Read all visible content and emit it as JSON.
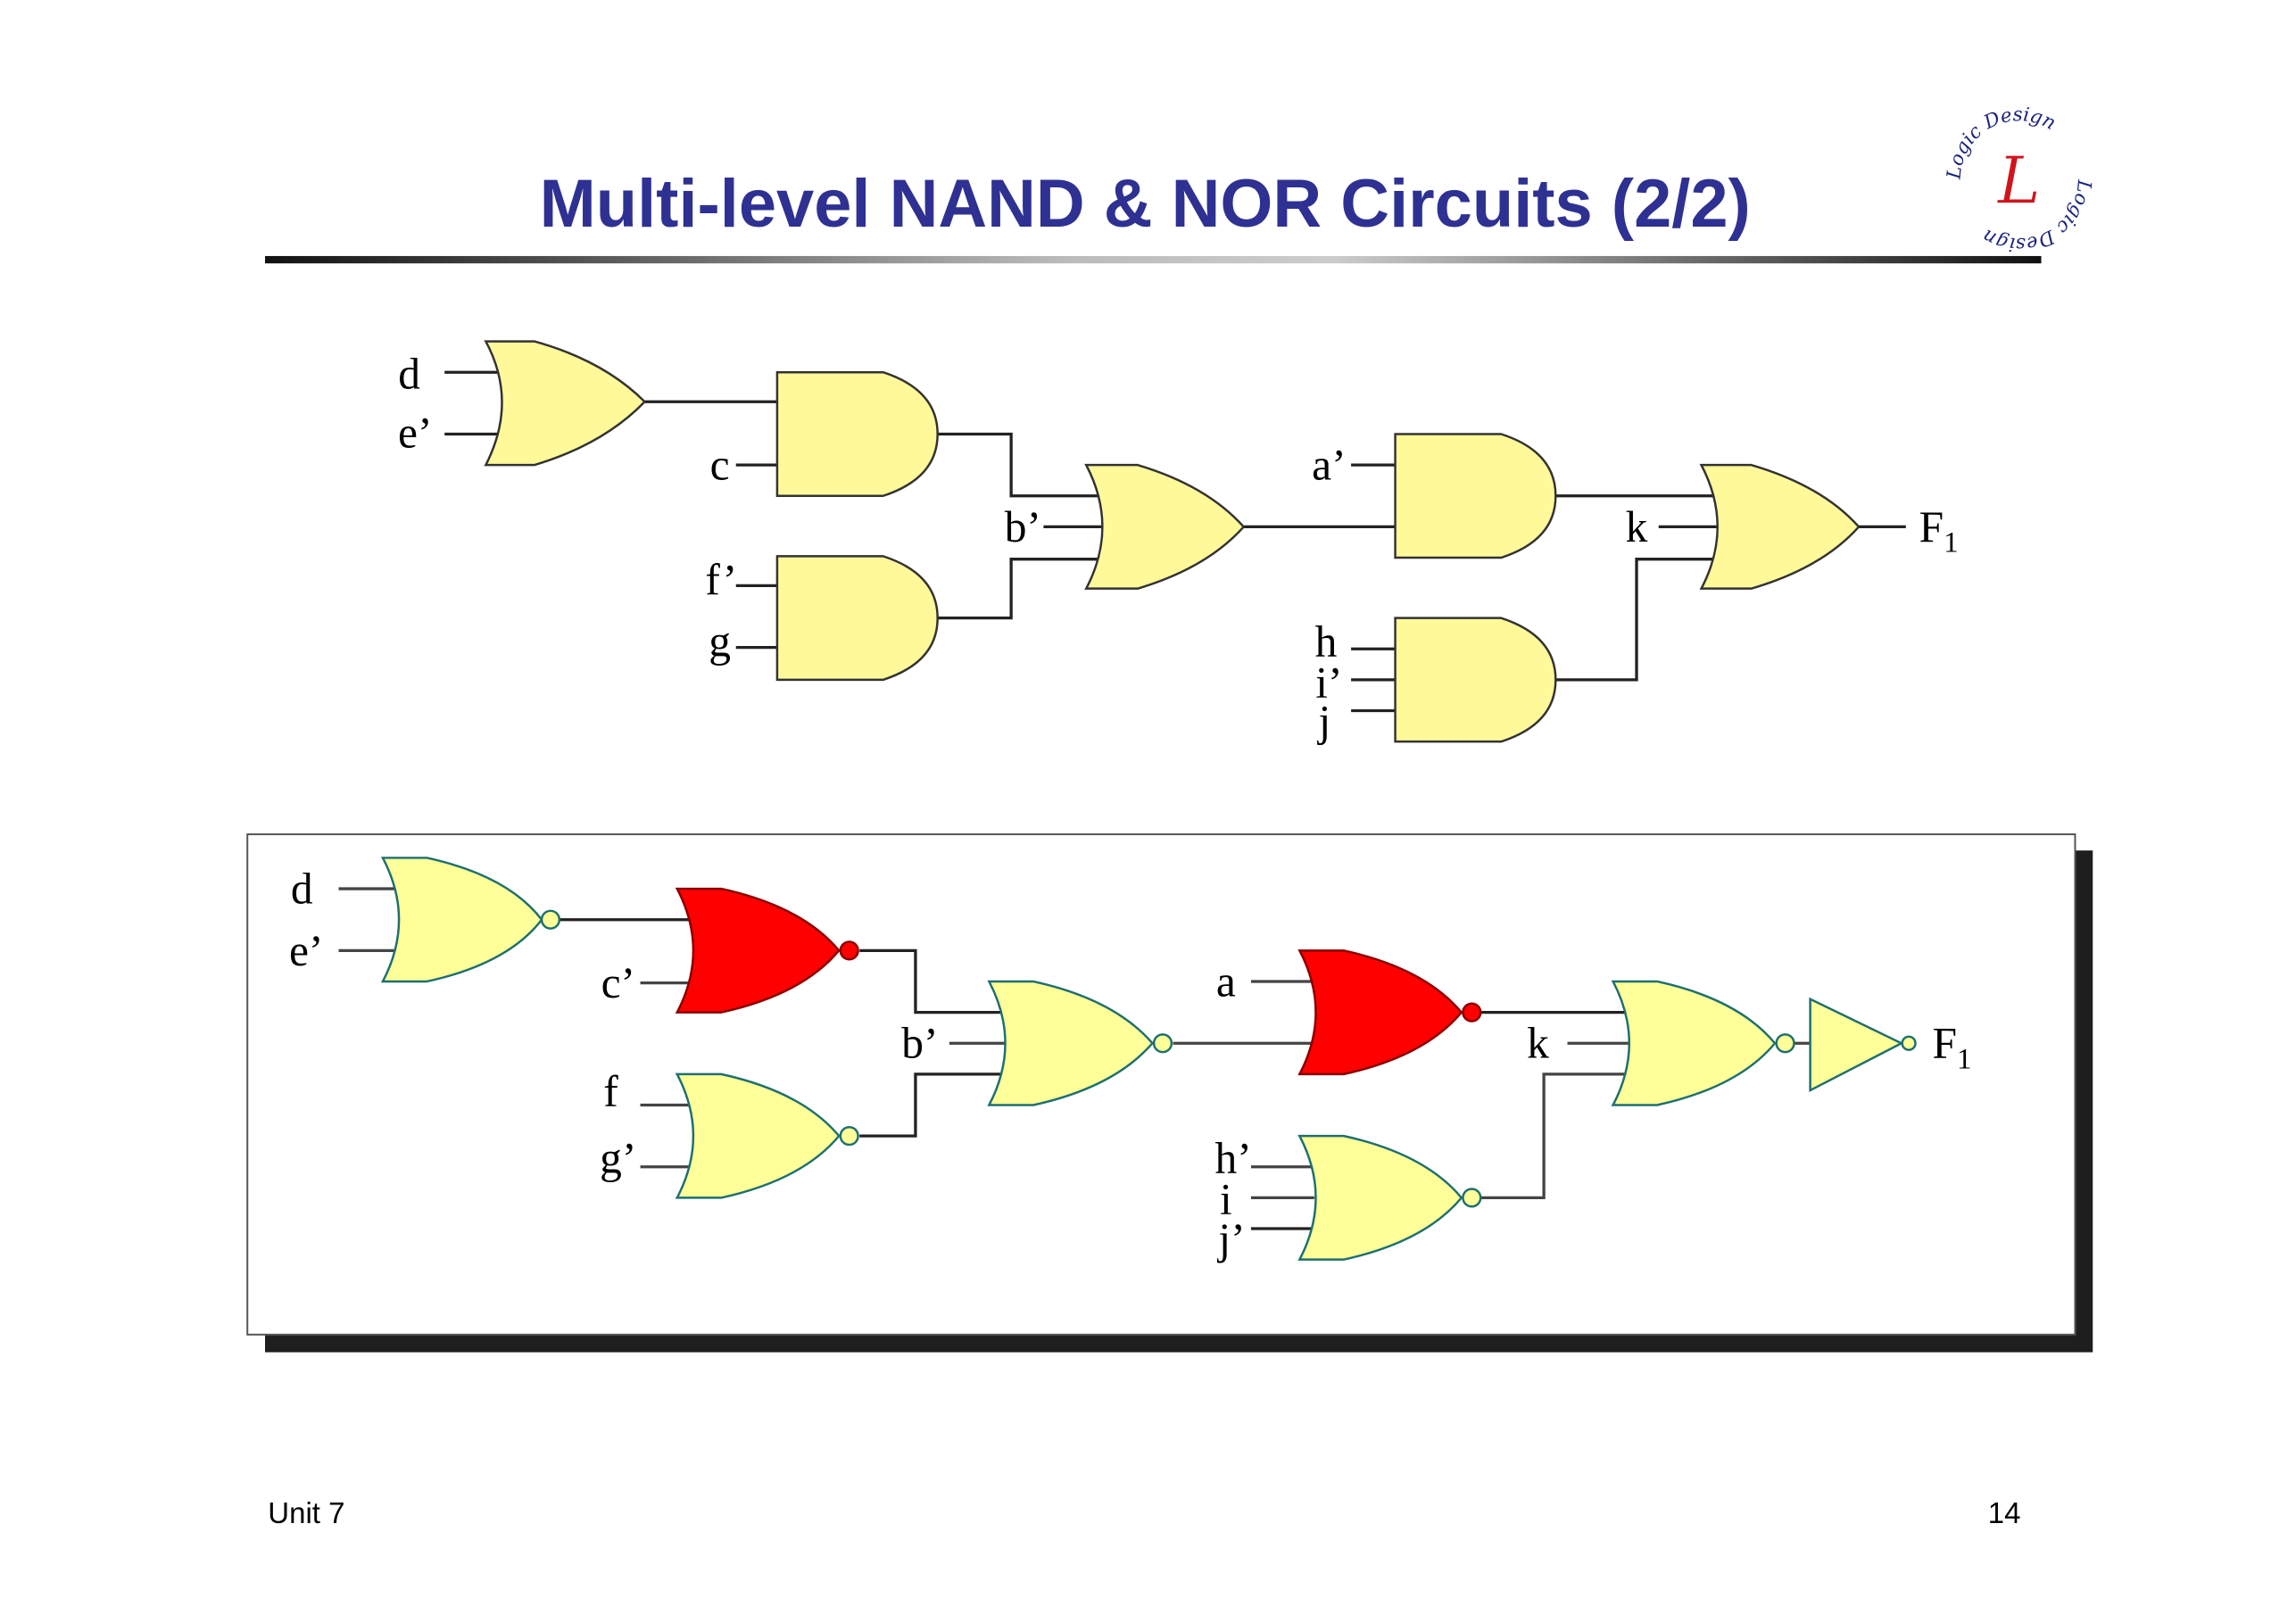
{
  "slide": {
    "title": "Multi-level NAND & NOR Circuits (2/2)",
    "footer_left": "Unit 7",
    "page_number": "14",
    "logo": {
      "letter": "L",
      "ring_text": "Logic Design"
    },
    "colors": {
      "title": "#2E3192",
      "gate_fill": "#FFFF99",
      "gate_highlight": "#FF0000",
      "gate_stroke": "#1F6F6F"
    }
  },
  "circuit_top": {
    "description": "AND-OR multi-level circuit",
    "gates": [
      {
        "id": "or1",
        "type": "OR",
        "inputs": [
          "d",
          "e’"
        ]
      },
      {
        "id": "and1",
        "type": "AND",
        "inputs": [
          "or1",
          "c"
        ]
      },
      {
        "id": "and2",
        "type": "AND",
        "inputs": [
          "f’",
          "g"
        ]
      },
      {
        "id": "or2",
        "type": "OR",
        "inputs": [
          "and1",
          "b’",
          "and2"
        ]
      },
      {
        "id": "and3",
        "type": "AND",
        "inputs": [
          "a’",
          "or2"
        ]
      },
      {
        "id": "and4",
        "type": "AND",
        "inputs": [
          "h",
          "i’",
          "j"
        ]
      },
      {
        "id": "or3",
        "type": "OR",
        "inputs": [
          "and3",
          "k",
          "and4"
        ],
        "output": "F1"
      }
    ],
    "labels": {
      "d": "d",
      "e": "e’",
      "c": "c",
      "f": "f’",
      "g": "g",
      "b": "b’",
      "a": "a’",
      "h": "h",
      "i": "i’",
      "j": "j",
      "k": "k",
      "out": "F",
      "out_sub": "1"
    }
  },
  "circuit_bottom": {
    "description": "NOR-NOR equivalent circuit",
    "gates": [
      {
        "id": "nor1",
        "type": "NOR",
        "inputs": [
          "d",
          "e’"
        ]
      },
      {
        "id": "nor2",
        "type": "NOR",
        "inputs": [
          "nor1",
          "c’"
        ],
        "highlight": true
      },
      {
        "id": "nor3",
        "type": "NOR",
        "inputs": [
          "f",
          "g’"
        ]
      },
      {
        "id": "nor4",
        "type": "NOR",
        "inputs": [
          "nor2",
          "b’",
          "nor3"
        ]
      },
      {
        "id": "nor5",
        "type": "NOR",
        "inputs": [
          "a",
          "nor4"
        ],
        "highlight": true
      },
      {
        "id": "nor6",
        "type": "NOR",
        "inputs": [
          "h’",
          "i",
          "j’"
        ]
      },
      {
        "id": "nor7",
        "type": "NOR",
        "inputs": [
          "nor5",
          "k",
          "nor6"
        ]
      },
      {
        "id": "not1",
        "type": "NOT",
        "inputs": [
          "nor7"
        ],
        "output": "F1"
      }
    ],
    "labels": {
      "d": "d",
      "e": "e’",
      "c": "c’",
      "f": "f",
      "g": "g’",
      "b": "b’",
      "a": "a",
      "h": "h’",
      "i": "i",
      "j": "j’",
      "k": "k",
      "out": "F",
      "out_sub": "1"
    }
  }
}
